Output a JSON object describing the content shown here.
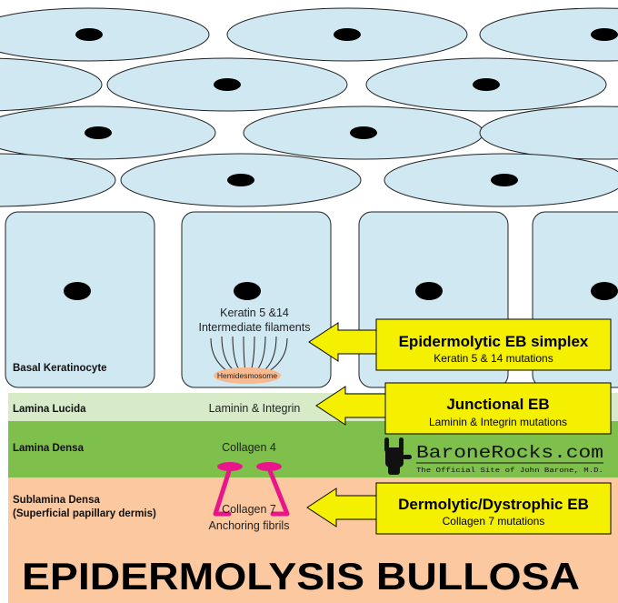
{
  "title": "EPIDERMOLYSIS BULLOSA",
  "layers": {
    "basal_keratinocyte": "Basal Keratinocyte",
    "lamina_lucida": "Lamina Lucida",
    "lamina_densa": "Lamina Densa",
    "sublamina_densa": "Sublamina Densa",
    "sublamina_densa_sub": "(Superficial papillary dermis)"
  },
  "structures": {
    "keratin_line1": "Keratin 5 &14",
    "keratin_line2": "Intermediate filaments",
    "hemidesmosome": "Hemidesmosome",
    "laminin_integrin": "Laminin & Integrin",
    "collagen4": "Collagen 4",
    "collagen7": "Collagen 7",
    "anchoring_fibrils": "Anchoring fibrils"
  },
  "callouts": [
    {
      "title": "Epidermolytic EB simplex",
      "subtitle": "Keratin 5 & 14 mutations"
    },
    {
      "title": "Junctional EB",
      "subtitle": "Laminin & Integrin mutations"
    },
    {
      "title": "Dermolytic/Dystrophic EB",
      "subtitle": "Collagen 7 mutations"
    }
  ],
  "logo": {
    "name": "BaroneRocks.com",
    "tagline": "The Official Site of John Barone, M.D."
  },
  "colors": {
    "cell_fill": "#d0e8f2",
    "lamina_lucida": "#d8ebc8",
    "lamina_densa": "#7fbf4b",
    "sublamina_densa": "#fbc8a0",
    "callout_fill": "#f5f000",
    "collagen7": "#e8168a",
    "hemidesmosome": "#f7b990"
  },
  "icons": {
    "logo": "rock-hand-icon"
  }
}
